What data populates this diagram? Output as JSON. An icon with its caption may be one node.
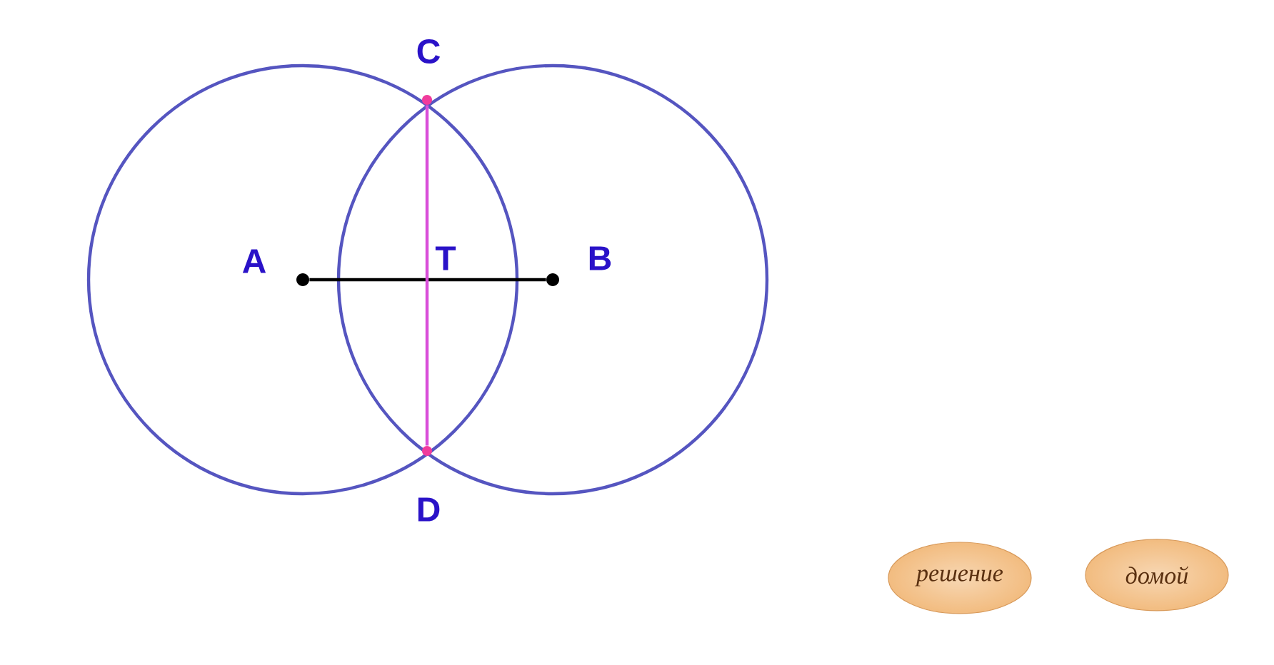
{
  "diagram": {
    "nodes": [
      {
        "text": [],
        "shape": "circle"
      },
      {
        "text": [],
        "shape": "circle"
      },
      {
        "text": [],
        "shape": "circle"
      },
      {
        "text": [],
        "shape": "circle"
      },
      {
        "text": [
          "решение"
        ]
      },
      {
        "text": [
          "домой"
        ]
      }
    ],
    "edges": [
      {
        "from": 0,
        "to": 3,
        "arrow": "none"
      },
      {
        "from": 1,
        "to": 2,
        "arrow": "none",
        "color": "#d94fd9"
      }
    ],
    "labels": [
      "C",
      "A",
      "T",
      "B",
      "D"
    ]
  }
}
